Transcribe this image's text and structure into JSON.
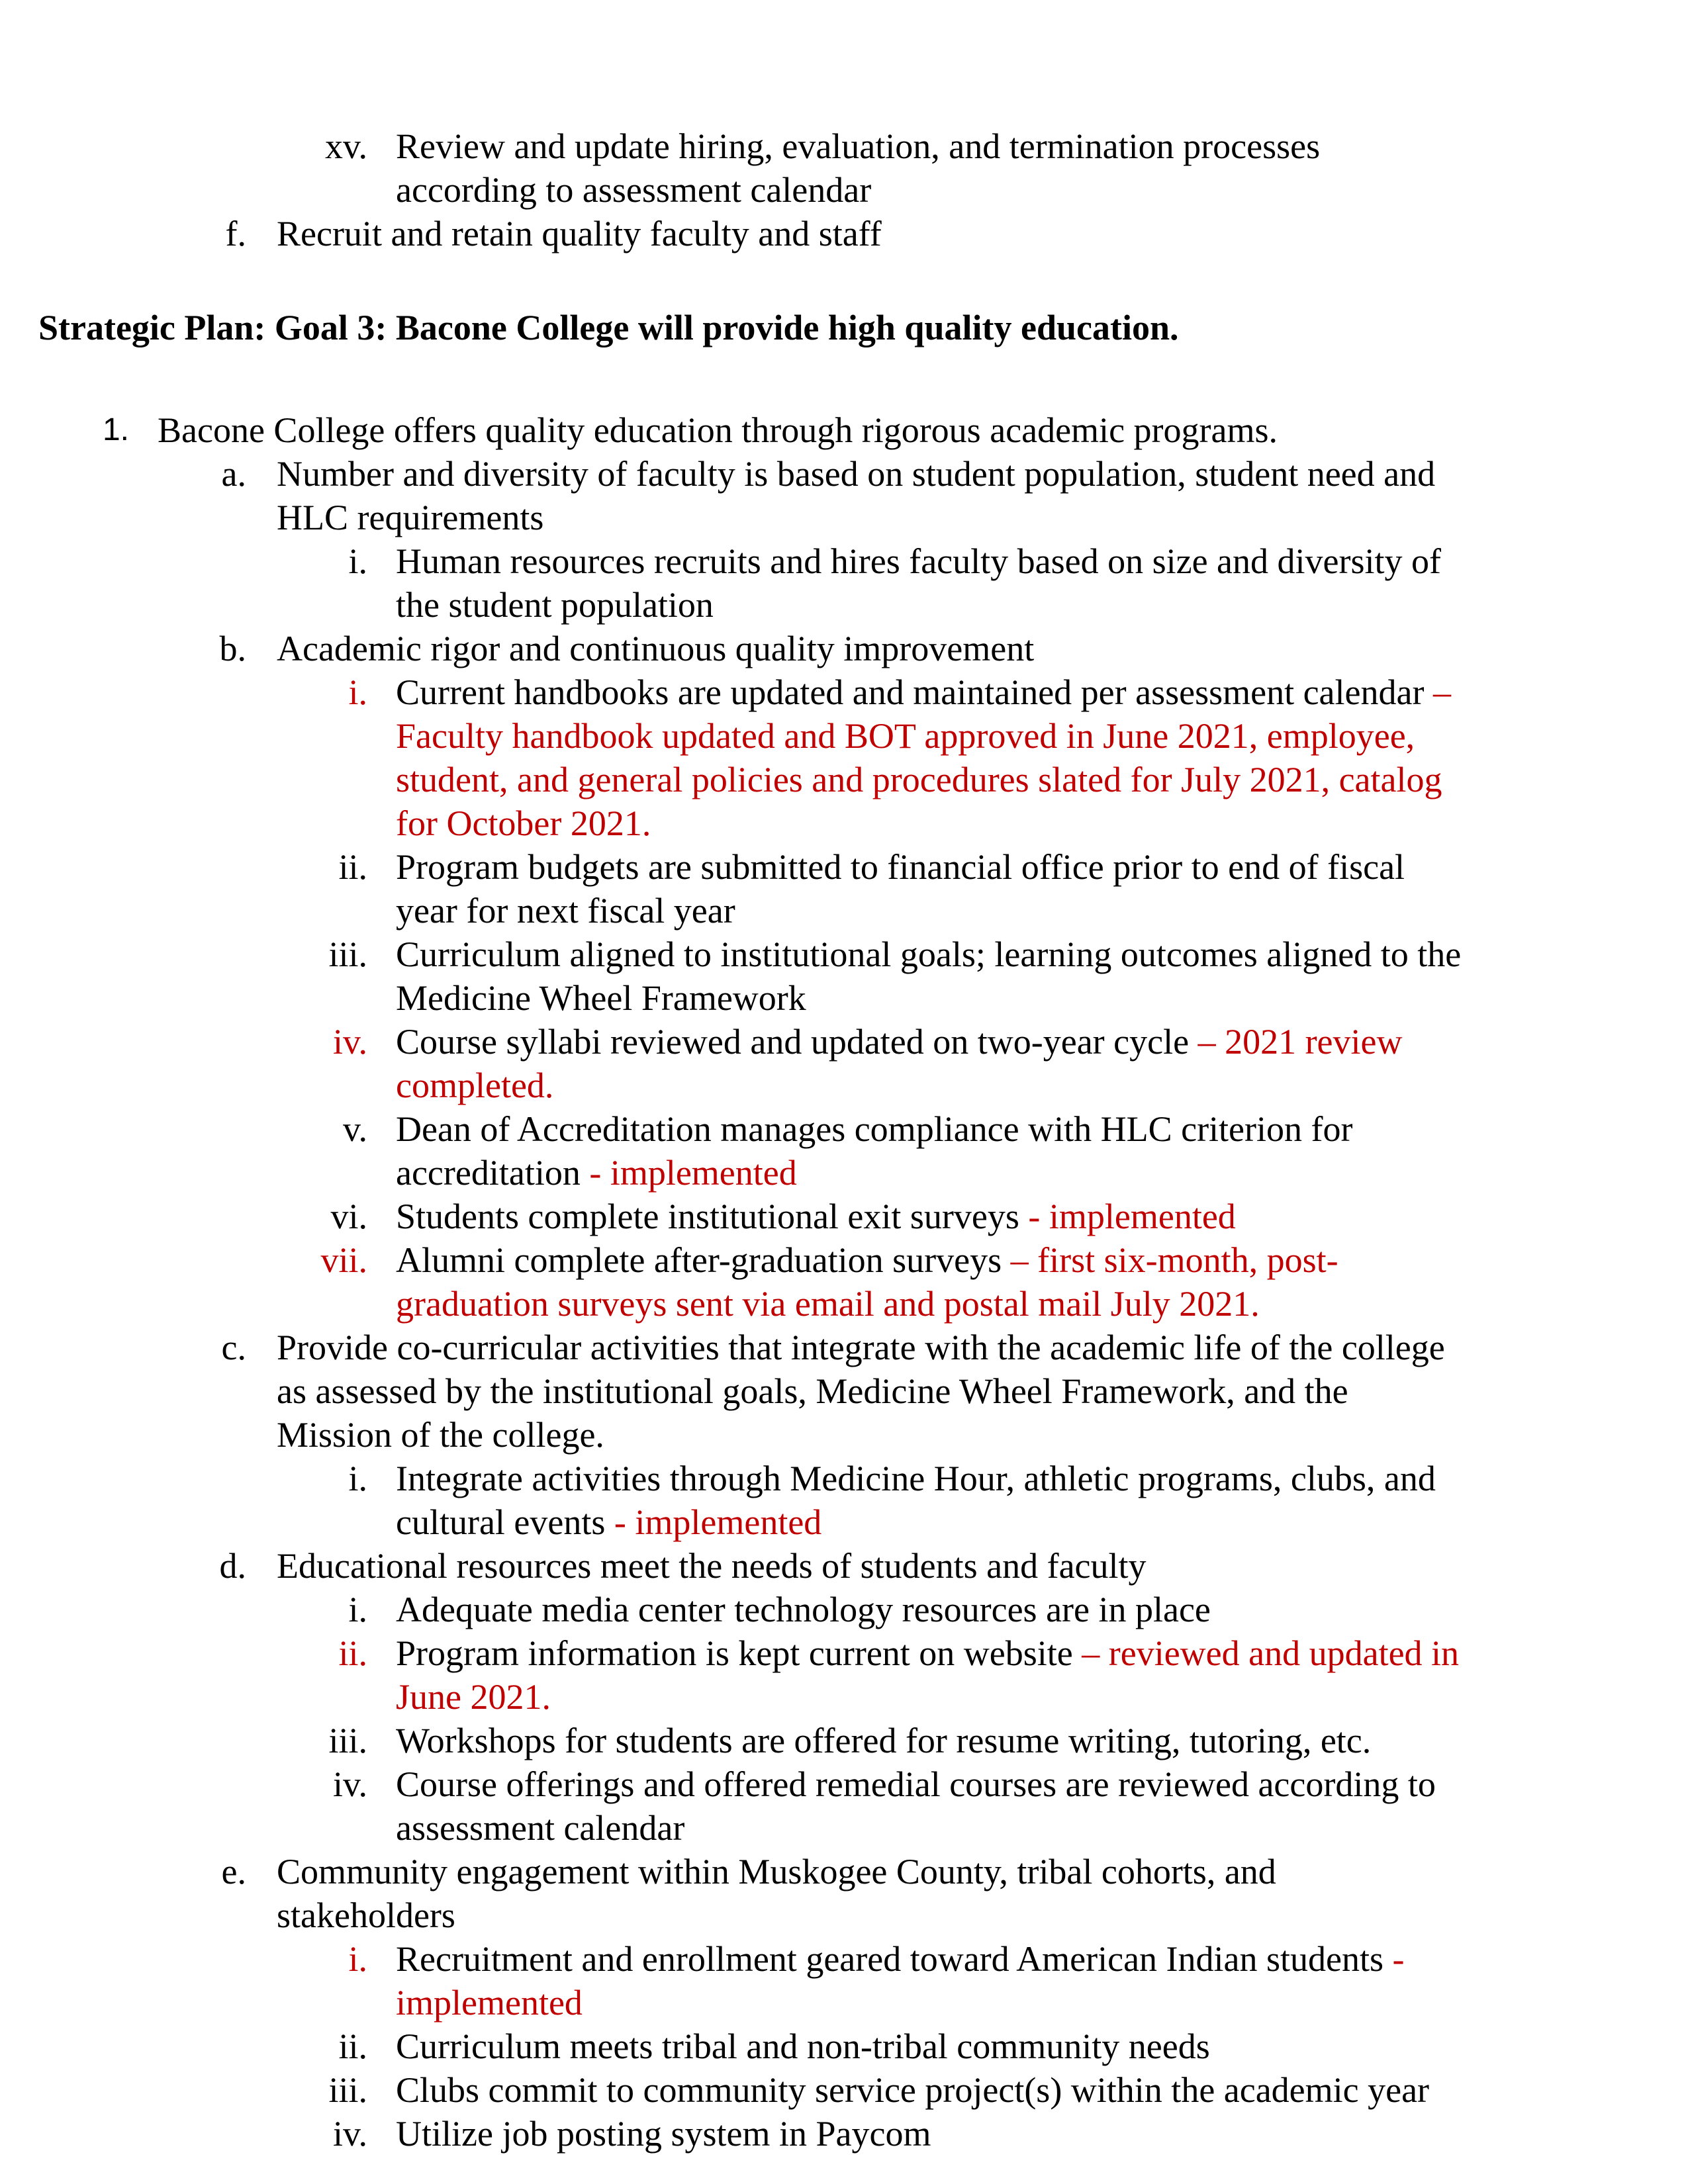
{
  "colors": {
    "text": "#000000",
    "status": "#c00000"
  },
  "prev": {
    "xv": {
      "marker": "xv.",
      "lines": [
        "Review and update hiring, evaluation, and termination processes",
        "according to assessment calendar"
      ]
    },
    "f": {
      "marker": "f.",
      "text": "Recruit and retain quality faculty and staff"
    }
  },
  "heading": "Strategic Plan: Goal 3: Bacone College will provide high quality education.",
  "item1": {
    "marker": "1.",
    "text": "Bacone College offers quality education through rigorous academic programs."
  },
  "a": {
    "marker": "a.",
    "lines": [
      "Number and diversity of faculty is based on student population, student need and",
      "HLC requirements"
    ],
    "i": {
      "marker": "i.",
      "lines": [
        "Human resources recruits and hires faculty based on size and diversity of",
        "the student population"
      ]
    }
  },
  "b": {
    "marker": "b.",
    "text": "Academic rigor and continuous quality improvement",
    "i": {
      "marker": "i.",
      "text": "Current handbooks are updated and maintained per assessment calendar",
      "status_first": " –",
      "status_lines": [
        "Faculty handbook updated and BOT approved in June 2021, employee,",
        "student, and general policies and procedures slated for July 2021, catalog",
        "for October 2021."
      ]
    },
    "ii": {
      "marker": "ii.",
      "lines": [
        "Program budgets are submitted to financial office prior to end of fiscal",
        "year for next fiscal year"
      ]
    },
    "iii": {
      "marker": "iii.",
      "lines": [
        "Curriculum aligned to institutional goals; learning outcomes aligned to the",
        "Medicine Wheel Framework"
      ]
    },
    "iv": {
      "marker": "iv.",
      "text": "Course syllabi reviewed and updated on two-year cycle",
      "status_first": " – 2021 review",
      "status_second": "completed."
    },
    "v": {
      "marker": "v.",
      "text": "Dean of Accreditation manages compliance with HLC criterion for",
      "text2": "accreditation",
      "status": " - implemented"
    },
    "vi": {
      "marker": "vi.",
      "text": "Students complete institutional exit surveys",
      "status": " - implemented"
    },
    "vii": {
      "marker": "vii.",
      "text": "Alumni complete after-graduation surveys",
      "status_first": " – first six-month, post-",
      "status_second": "graduation surveys sent via email and postal mail July 2021."
    }
  },
  "c": {
    "marker": "c.",
    "lines": [
      "Provide co-curricular activities that integrate with the academic life of the college",
      "as assessed by the institutional goals, Medicine Wheel Framework, and the",
      "Mission of the college."
    ],
    "i": {
      "marker": "i.",
      "text": "Integrate activities through Medicine Hour, athletic programs, clubs, and",
      "text2": "cultural events",
      "status": " - implemented"
    }
  },
  "d": {
    "marker": "d.",
    "text": "Educational resources meet the needs of students and faculty",
    "i": {
      "marker": "i.",
      "text": "Adequate media center technology resources are in place"
    },
    "ii": {
      "marker": "ii.",
      "text": "Program information is kept current on website",
      "status_first": " – reviewed and updated in",
      "status_second": "June 2021."
    },
    "iii": {
      "marker": "iii.",
      "text": "Workshops for students are offered for resume writing, tutoring, etc."
    },
    "iv": {
      "marker": "iv.",
      "lines": [
        "Course offerings and offered remedial courses are reviewed according to",
        "assessment calendar"
      ]
    }
  },
  "e": {
    "marker": "e.",
    "lines": [
      "Community engagement within Muskogee County, tribal cohorts, and",
      "stakeholders"
    ],
    "i": {
      "marker": "i.",
      "text": "Recruitment and enrollment geared toward American Indian students",
      "status_first": " -",
      "status_second": "implemented"
    },
    "ii": {
      "marker": "ii.",
      "text": "Curriculum meets tribal and non-tribal community needs"
    },
    "iii": {
      "marker": "iii.",
      "text": "Clubs commit to community service project(s) within the academic year"
    },
    "iv": {
      "marker": "iv.",
      "text": "Utilize job posting system in Paycom"
    }
  }
}
